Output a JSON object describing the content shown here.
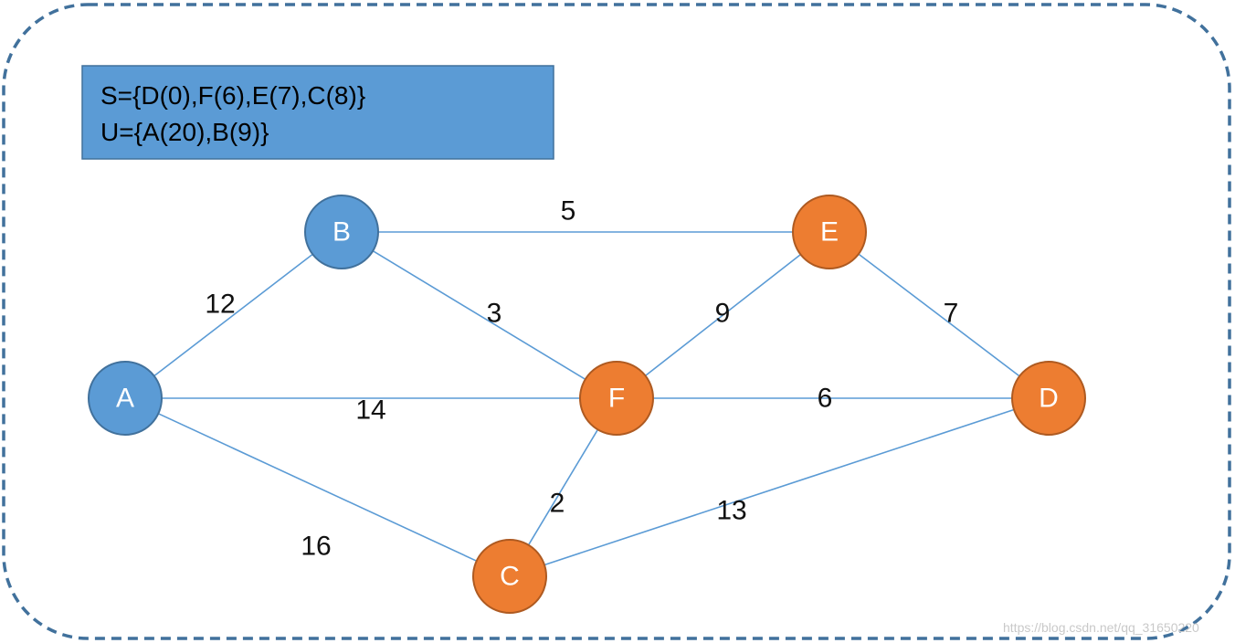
{
  "sets": {
    "s_line": "S={D(0),F(6),E(7),C(8)}",
    "u_line": "U={A(20),B(9)}"
  },
  "colors": {
    "unvisited_fill": "#5b9bd5",
    "unvisited_stroke": "#41719c",
    "visited_fill": "#ed7d31",
    "visited_stroke": "#ae5a21",
    "edge": "#5b9bd5",
    "frame": "#41719c",
    "box_fill": "#5b9bd5",
    "box_stroke": "#41719c"
  },
  "nodes": [
    {
      "id": "A",
      "label": "A",
      "status": "unvisited"
    },
    {
      "id": "B",
      "label": "B",
      "status": "unvisited"
    },
    {
      "id": "C",
      "label": "C",
      "status": "visited"
    },
    {
      "id": "D",
      "label": "D",
      "status": "visited"
    },
    {
      "id": "E",
      "label": "E",
      "status": "visited"
    },
    {
      "id": "F",
      "label": "F",
      "status": "visited"
    }
  ],
  "edges": [
    {
      "from": "A",
      "to": "B",
      "weight": "12"
    },
    {
      "from": "A",
      "to": "F",
      "weight": "14"
    },
    {
      "from": "A",
      "to": "C",
      "weight": "16"
    },
    {
      "from": "B",
      "to": "E",
      "weight": "5"
    },
    {
      "from": "B",
      "to": "F",
      "weight": "3"
    },
    {
      "from": "F",
      "to": "E",
      "weight": "9"
    },
    {
      "from": "E",
      "to": "D",
      "weight": "7"
    },
    {
      "from": "F",
      "to": "D",
      "weight": "6"
    },
    {
      "from": "F",
      "to": "C",
      "weight": "2"
    },
    {
      "from": "C",
      "to": "D",
      "weight": "13"
    }
  ],
  "watermark": "https://blog.csdn.net/qq_31650220"
}
